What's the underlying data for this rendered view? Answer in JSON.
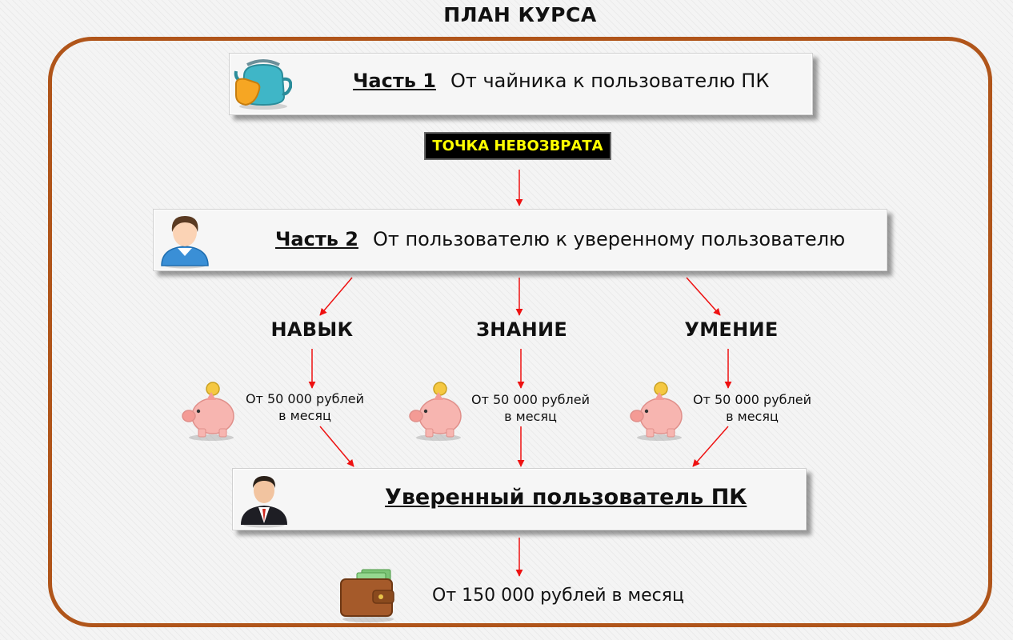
{
  "title": "ПЛАН КУРСА",
  "part1": {
    "part_label": "Часть 1",
    "text": "От чайника к пользователю ПК"
  },
  "badge": "ТОЧКА НЕВОЗВРАТА",
  "part2": {
    "part_label": "Часть 2",
    "text": "От пользователю к уверенному пользователю"
  },
  "branches": [
    {
      "label": "НАВЫК",
      "income_line1": "От 50 000 рублей",
      "income_line2": "в месяц"
    },
    {
      "label": "ЗНАНИЕ",
      "income_line1": "От 50 000 рублей",
      "income_line2": "в месяц"
    },
    {
      "label": "УМЕНИЕ",
      "income_line1": "От 50 000 рублей",
      "income_line2": "в месяц"
    }
  ],
  "final": {
    "label": "Уверенный пользователь ПК",
    "income": "От 150 000 рублей в месяц"
  },
  "colors": {
    "frame": "#b0551a",
    "arrow": "#ee1111",
    "badge_text": "#ffff00",
    "badge_bg": "#000000"
  },
  "icons": [
    "teapot-icon",
    "user-icon",
    "piggy-bank-icon",
    "businessman-icon",
    "wallet-icon"
  ]
}
